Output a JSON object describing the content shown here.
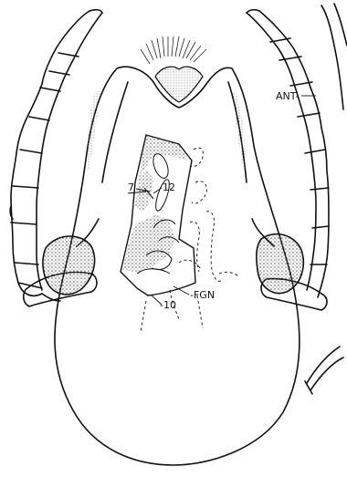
{
  "labels": {
    "ant": "ANT-",
    "fgn": "-FGN",
    "seven": "7",
    "twelve": "12",
    "ten": "-10"
  },
  "colors": {
    "ink": "#111111",
    "stipple": "#777777",
    "background": "#ffffff"
  }
}
